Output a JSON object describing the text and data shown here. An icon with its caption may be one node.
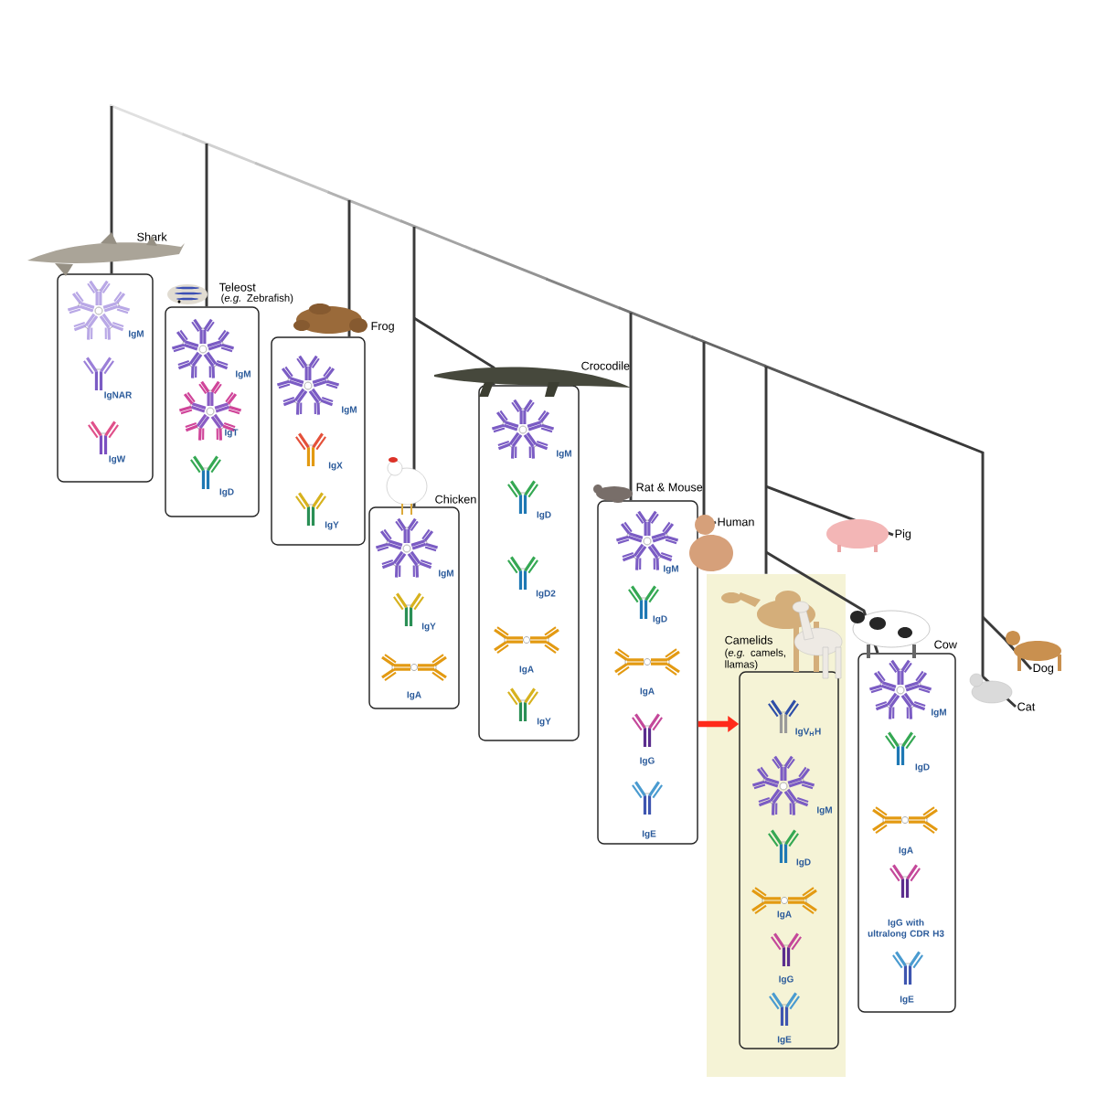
{
  "diagram": {
    "nodes": [
      {
        "text": [
          "Shark",
          "IgM",
          "IgNAR",
          "IgW"
        ]
      },
      {
        "text": [
          "Teleost",
          "(*e.g.* Zebrafish)",
          "IgM",
          "IgT",
          "IgD"
        ]
      },
      {
        "text": [
          "Frog",
          "IgM",
          "IgX",
          "IgY"
        ]
      },
      {
        "text": [
          "Chicken",
          "IgM",
          "IgY",
          "IgA"
        ]
      },
      {
        "text": [
          "Crocodile",
          "IgM",
          "IgD",
          "IgD2",
          "IgA",
          "IgY"
        ]
      },
      {
        "text": [
          "Rat & Mouse",
          "IgM",
          "IgD",
          "IgA",
          "IgG",
          "IgE"
        ]
      },
      {
        "text": [
          "Human"
        ]
      },
      {
        "text": [
          "Camelids",
          "(*e.g.* camels, llamas)"
        ]
      },
      {
        "text": [
          "IgV$_{H}$H",
          "IgM",
          "IgD",
          "IgA",
          "IgG",
          "IgE"
        ],
        "in": 7
      },
      {
        "text": [
          "Pig"
        ]
      },
      {
        "text": [
          "Cow",
          "IgM",
          "IgD",
          "IgA",
          "IgG with ultralong CDR H3",
          "IgE"
        ]
      },
      {
        "text": [
          "Cat"
        ]
      },
      {
        "text": [
          "Dog"
        ]
      }
    ],
    "edges": [
      {
        "from": null,
        "to": 0,
        "arrow": "none"
      },
      {
        "from": null,
        "to": 1,
        "arrow": "none"
      },
      {
        "from": null,
        "to": 2,
        "arrow": "none"
      },
      {
        "from": null,
        "to": 3,
        "arrow": "none"
      },
      {
        "from": null,
        "to": 4,
        "arrow": "none"
      },
      {
        "from": null,
        "to": 5,
        "arrow": "none"
      },
      {
        "from": null,
        "to": 6,
        "arrow": "none"
      },
      {
        "from": null,
        "to": 7,
        "arrow": "none"
      },
      {
        "from": null,
        "to": 9,
        "arrow": "none"
      },
      {
        "from": null,
        "to": 10,
        "arrow": "none"
      },
      {
        "from": null,
        "to": 11,
        "arrow": "none"
      },
      {
        "from": null,
        "to": 12,
        "arrow": "none"
      },
      {
        "from": 5,
        "to": 8,
        "arrow": "to",
        "style": "thick",
        "color": "#ff2a1a"
      }
    ]
  }
}
